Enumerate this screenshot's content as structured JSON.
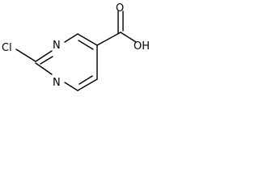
{
  "molecule": {
    "atoms": {
      "chloro": "Cl",
      "n1": "N",
      "n3": "N",
      "carbonyl_oxygen": "O",
      "hydroxyl": "OH"
    },
    "colors": {
      "ink": "#000000",
      "background": "#ffffff"
    }
  }
}
